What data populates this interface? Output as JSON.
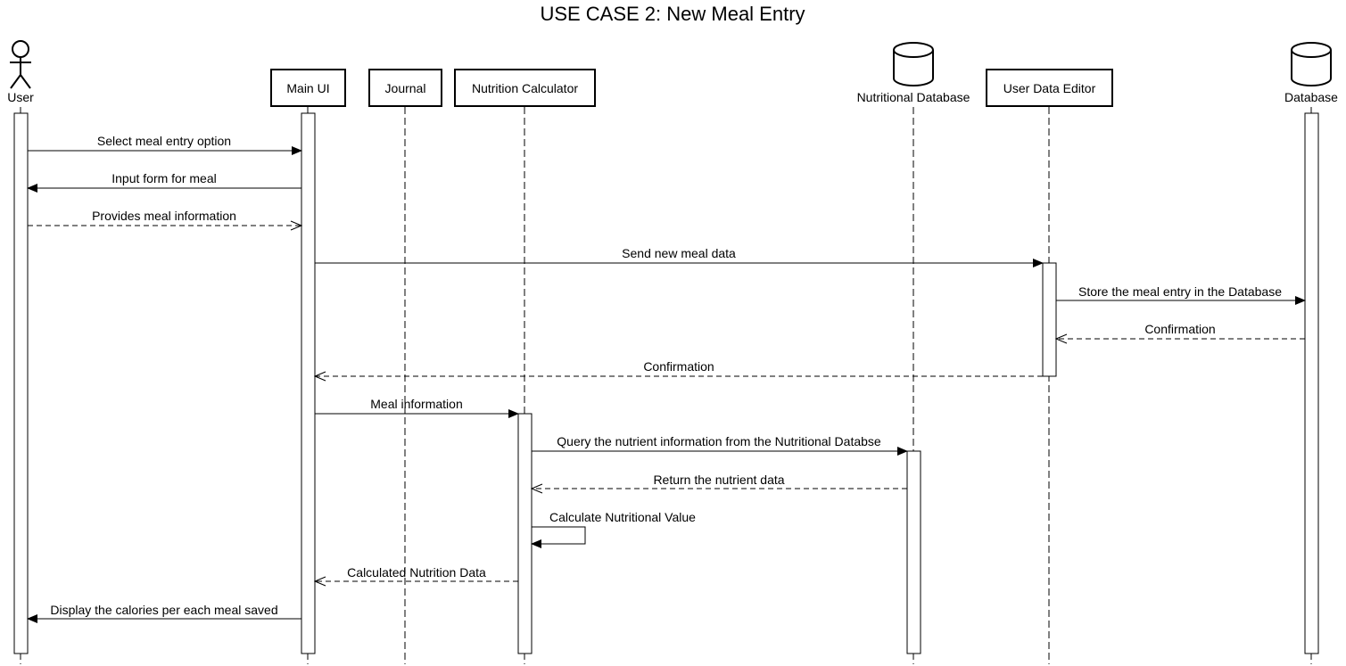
{
  "title": "USE CASE 2: New Meal Entry",
  "participants": [
    {
      "id": "user",
      "label": "User",
      "kind": "actor"
    },
    {
      "id": "mainui",
      "label": "Main UI",
      "kind": "box"
    },
    {
      "id": "journal",
      "label": "Journal",
      "kind": "box"
    },
    {
      "id": "calc",
      "label": "Nutrition Calculator",
      "kind": "box"
    },
    {
      "id": "nutdb",
      "label": "Nutritional Database",
      "kind": "database"
    },
    {
      "id": "editor",
      "label": "User Data Editor",
      "kind": "box"
    },
    {
      "id": "db",
      "label": "Database",
      "kind": "database"
    }
  ],
  "messages": [
    {
      "from": "user",
      "to": "mainui",
      "label": "Select meal entry option",
      "style": "sync"
    },
    {
      "from": "mainui",
      "to": "user",
      "label": "Input form for meal",
      "style": "sync"
    },
    {
      "from": "user",
      "to": "mainui",
      "label": "Provides meal information",
      "style": "async-dashed"
    },
    {
      "from": "mainui",
      "to": "editor",
      "label": "Send new meal data",
      "style": "sync"
    },
    {
      "from": "editor",
      "to": "db",
      "label": "Store the meal entry in the Database",
      "style": "sync"
    },
    {
      "from": "db",
      "to": "editor",
      "label": "Confirmation",
      "style": "return"
    },
    {
      "from": "editor",
      "to": "mainui",
      "label": "Confirmation",
      "style": "return"
    },
    {
      "from": "mainui",
      "to": "calc",
      "label": "Meal information",
      "style": "sync"
    },
    {
      "from": "calc",
      "to": "nutdb",
      "label": "Query the nutrient information from the Nutritional Databse",
      "style": "sync"
    },
    {
      "from": "nutdb",
      "to": "calc",
      "label": "Return the nutrient data",
      "style": "return"
    },
    {
      "from": "calc",
      "to": "calc",
      "label": "Calculate Nutritional Value",
      "style": "self"
    },
    {
      "from": "calc",
      "to": "mainui",
      "label": "Calculated Nutrition Data",
      "style": "return"
    },
    {
      "from": "mainui",
      "to": "user",
      "label": "Display the calories per each meal saved",
      "style": "sync"
    }
  ]
}
